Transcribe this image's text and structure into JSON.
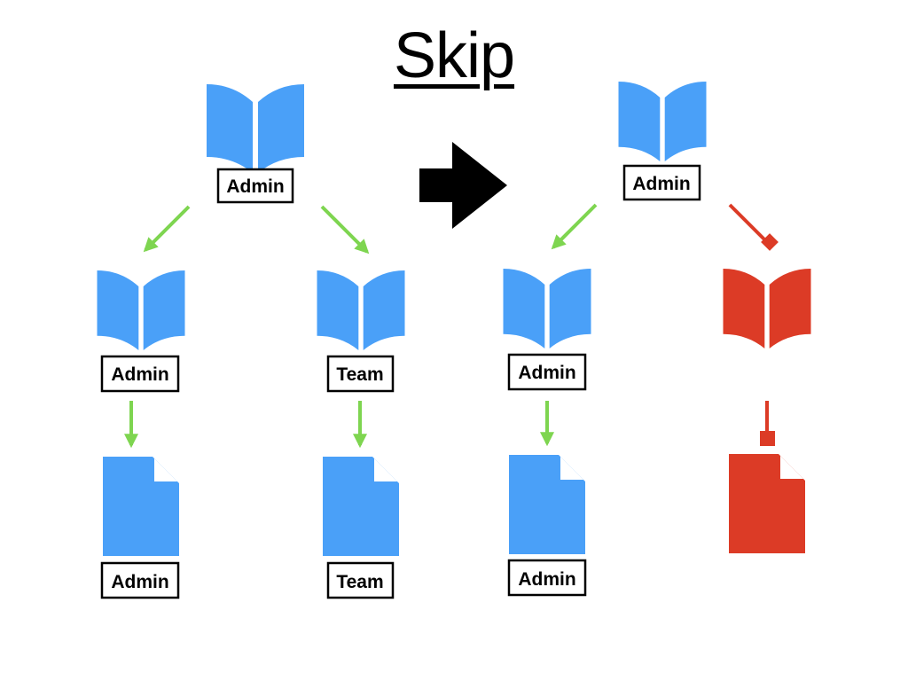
{
  "title": "Skip",
  "colors": {
    "allowed": "#4aa0f8",
    "blocked": "#dc3b26",
    "allowed_arrow": "#7ed550",
    "blocked_arrow": "#dc3b26",
    "transition_arrow": "#000000"
  },
  "before": {
    "root": {
      "type": "folder",
      "label": "Admin"
    },
    "children": [
      {
        "type": "folder",
        "label": "Admin",
        "child": {
          "type": "file",
          "label": "Admin"
        }
      },
      {
        "type": "folder",
        "label": "Team",
        "child": {
          "type": "file",
          "label": "Team"
        }
      }
    ]
  },
  "after": {
    "root": {
      "type": "folder",
      "label": "Admin"
    },
    "children": [
      {
        "type": "folder",
        "label": "Admin",
        "child": {
          "type": "file",
          "label": "Admin"
        },
        "state": "allowed"
      },
      {
        "type": "folder",
        "label": "",
        "child": {
          "type": "file",
          "label": ""
        },
        "state": "skipped"
      }
    ]
  }
}
